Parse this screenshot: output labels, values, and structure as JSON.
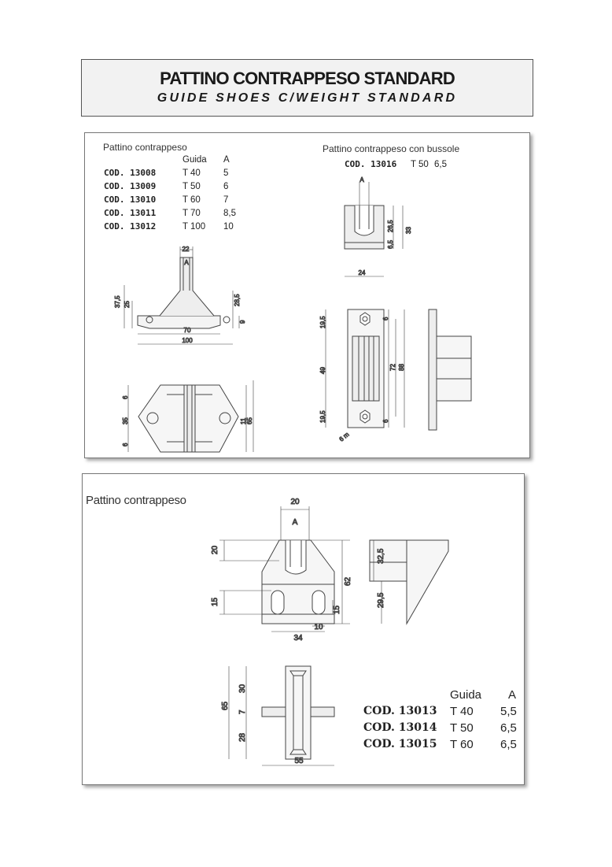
{
  "header": {
    "title": "PATTINO CONTRAPPESO STANDARD",
    "subtitle": "GUIDE SHOES C/WEIGHT STANDARD"
  },
  "panel1": {
    "left_title": "Pattino contrappeso",
    "col_guida": "Guida",
    "col_a": "A",
    "rows": [
      {
        "code": "COD. 13008",
        "guida": "T 40",
        "a": "5"
      },
      {
        "code": "COD. 13009",
        "guida": "T 50",
        "a": "6"
      },
      {
        "code": "COD. 13010",
        "guida": "T 60",
        "a": "7"
      },
      {
        "code": "COD. 13011",
        "guida": "T 70",
        "a": "8,5"
      },
      {
        "code": "COD. 13012",
        "guida": "T 100",
        "a": "10"
      }
    ],
    "right_title": "Pattino contrappeso con bussole",
    "right_row": {
      "code": "COD. 13016",
      "guida": "T 50",
      "a": "6,5"
    },
    "dims_left": [
      "22",
      "A",
      "37,5",
      "25",
      "28,5",
      "9",
      "70",
      "100",
      "35",
      "6",
      "6",
      "11",
      "65"
    ],
    "dims_right": [
      "A",
      "26,5",
      "33",
      "6,5",
      "24",
      "19,5",
      "6",
      "49",
      "72",
      "88",
      "19,5",
      "6",
      "6 m"
    ]
  },
  "panel2": {
    "title": "Pattino contrappeso",
    "col_guida": "Guida",
    "col_a": "A",
    "rows": [
      {
        "code": "COD. 13013",
        "guida": "T 40",
        "a": "5,5"
      },
      {
        "code": "COD. 13014",
        "guida": "T 50",
        "a": "6,5"
      },
      {
        "code": "COD. 13015",
        "guida": "T 60",
        "a": "6,5"
      }
    ],
    "dims": [
      "20",
      "A",
      "20",
      "62",
      "15",
      "15",
      "10",
      "34",
      "32,5",
      "29,5",
      "30",
      "65",
      "7",
      "28",
      "55"
    ]
  }
}
